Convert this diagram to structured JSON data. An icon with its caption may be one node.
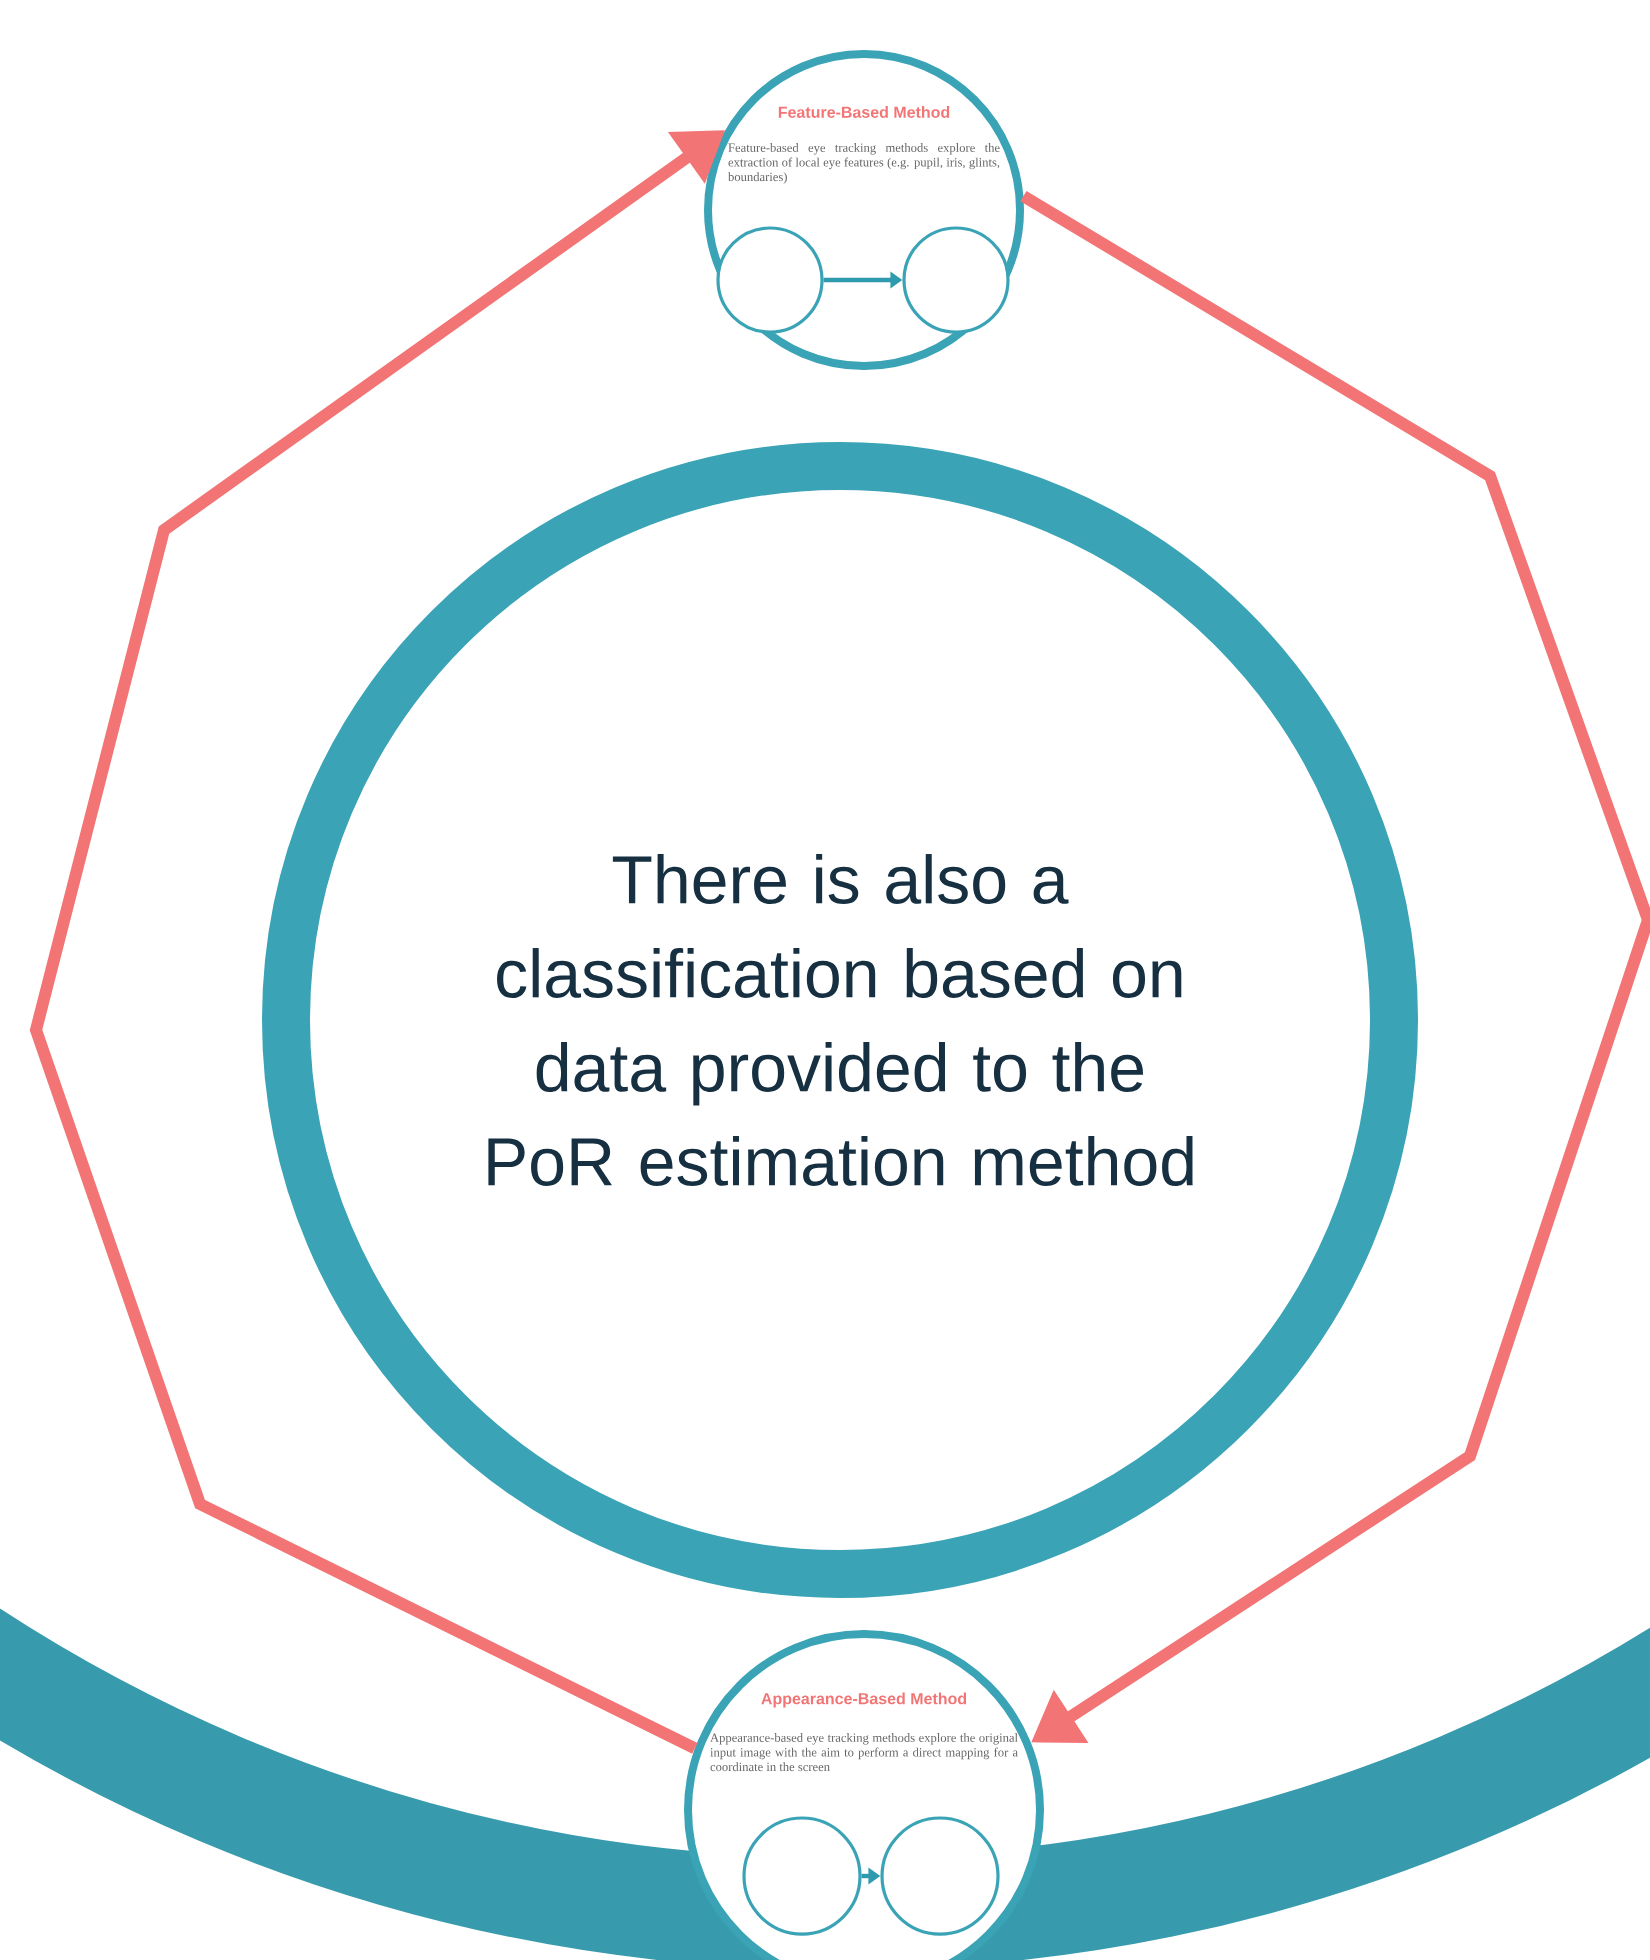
{
  "diagram": {
    "nodes": [
      {
        "text": [
          "Feature-Based Method",
          "Feature-based eye tracking methods explore the extraction of local eye features (e.g. pupil, iris, glints, boundaries)"
        ]
      },
      {
        "text": [],
        "shape": "circle",
        "in": 0
      },
      {
        "text": [],
        "shape": "circle",
        "in": 0
      },
      {
        "text": [
          "There is also a classification based on data provided to the PoR estimation method"
        ]
      },
      {
        "text": [
          "Appearance-Based Method",
          "Appearance-based eye tracking methods explore the original input image with the aim to perform a direct mapping for a coordinate in the screen"
        ]
      },
      {
        "text": [],
        "shape": "circle",
        "in": 4
      },
      {
        "text": [],
        "shape": "circle",
        "in": 4
      }
    ],
    "edges": [
      {
        "from": 0,
        "to": 4,
        "arrow": "to",
        "style": "thick"
      },
      {
        "from": 4,
        "to": 0,
        "arrow": "to",
        "style": "thick"
      },
      {
        "from": 1,
        "to": 2,
        "arrow": "to",
        "color": "#2e9aae"
      },
      {
        "from": 5,
        "to": 6,
        "arrow": "to",
        "color": "#2e9aae"
      }
    ]
  }
}
